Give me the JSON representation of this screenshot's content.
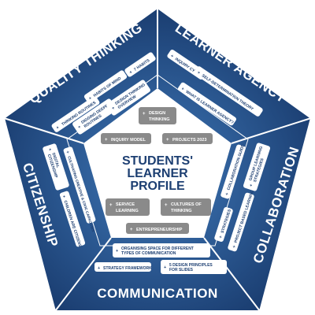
{
  "center": {
    "line1": "STUDENTS'",
    "line2": "LEARNER",
    "line3": "PROFILE"
  },
  "sections": {
    "quality_thinking": {
      "title": "QUALITY THINKING",
      "items": [
        "THINKING ROUTINES",
        "HABITS OF MIND",
        "7 HABITS",
        "DIGGING DEEPER ROUTINES",
        "DESIGN THINKING OVERVIEW"
      ]
    },
    "learner_agency": {
      "title": "LEARNER AGENCY",
      "items": [
        "INQUIRY CYCLE",
        "SELF-DETERMINATION THEORY",
        "WHAT IS LEARNER AGENCY?"
      ]
    },
    "collaboration": {
      "title": "COLLABORATION",
      "items": [
        "COLLABORATION GUIDE",
        "PROJECT BASED LEARNING",
        "GROUP LEARNING STRATEGIES",
        "STRATEGIES"
      ]
    },
    "communication": {
      "title": "COMMUNICATION",
      "items": [
        "ORGANISING SPACE FOR DIFFERENT TYPES OF COMMUNICATION",
        "STRATEGY FRAMEWORK",
        "5 DESIGN PRINCIPLES FOR SLIDES"
      ]
    },
    "citizenship": {
      "title": "CITIZENSHIP",
      "items": [
        "DIGITAL CITIZENSHIP",
        "CULTIVATING CREATIVE & CIVIC CAPACITIES",
        "CHILDREN ARE CITIZENS"
      ]
    }
  },
  "inner_items": {
    "design_thinking": "DESIGN THINKING",
    "inquiry_model": "INQUIRY MODEL",
    "projects_2023": "PROJECTS 2023",
    "service_learning": "SERVICE LEARNING",
    "cultures_of_thinking": "CULTURES OF THINKING",
    "entrepreneurship": "ENTREPRENEURSHIP"
  },
  "plus_symbol": "+",
  "colors": {
    "outer_blue": "#1f4f8a",
    "band_blue": "#2a5d9b",
    "dark_blue": "#1d3f72",
    "pill_gray": "#8a8a8a",
    "white": "#ffffff"
  }
}
